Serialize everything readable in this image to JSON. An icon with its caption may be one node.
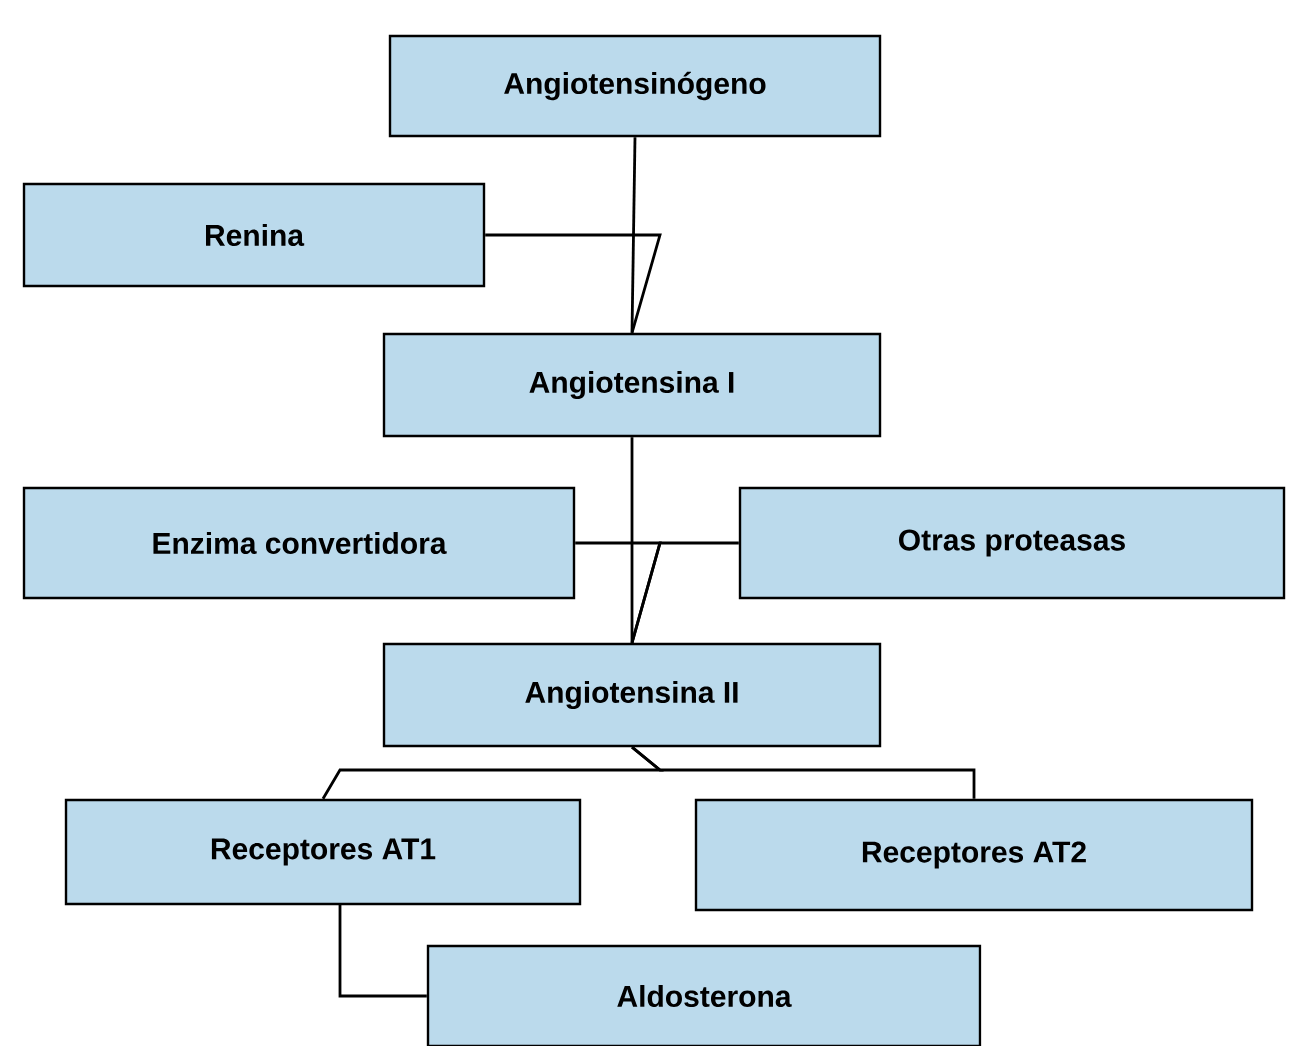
{
  "diagram": {
    "nodes": [
      {
        "text": [
          "Angiotensinógeno"
        ]
      },
      {
        "text": [
          "Renina"
        ]
      },
      {
        "text": [
          "Angiotensina I"
        ]
      },
      {
        "text": [
          "Enzima convertidora"
        ]
      },
      {
        "text": [
          "Otras proteasas"
        ]
      },
      {
        "text": [
          "Angiotensina II"
        ]
      },
      {
        "text": [
          "Receptores AT1"
        ]
      },
      {
        "text": [
          "Receptores AT2"
        ]
      },
      {
        "text": [
          "Aldosterona"
        ]
      }
    ],
    "edges": [
      {
        "from": 0,
        "to": 2,
        "arrow": "none"
      },
      {
        "from": 1,
        "to": 2,
        "arrow": "none"
      },
      {
        "from": 2,
        "to": 5,
        "arrow": "none"
      },
      {
        "from": 3,
        "to": 5,
        "arrow": "none"
      },
      {
        "from": 4,
        "to": 5,
        "arrow": "none"
      },
      {
        "from": 5,
        "to": 6,
        "arrow": "none"
      },
      {
        "from": 5,
        "to": 7,
        "arrow": "none"
      },
      {
        "from": 6,
        "to": 8,
        "arrow": "none"
      }
    ]
  }
}
